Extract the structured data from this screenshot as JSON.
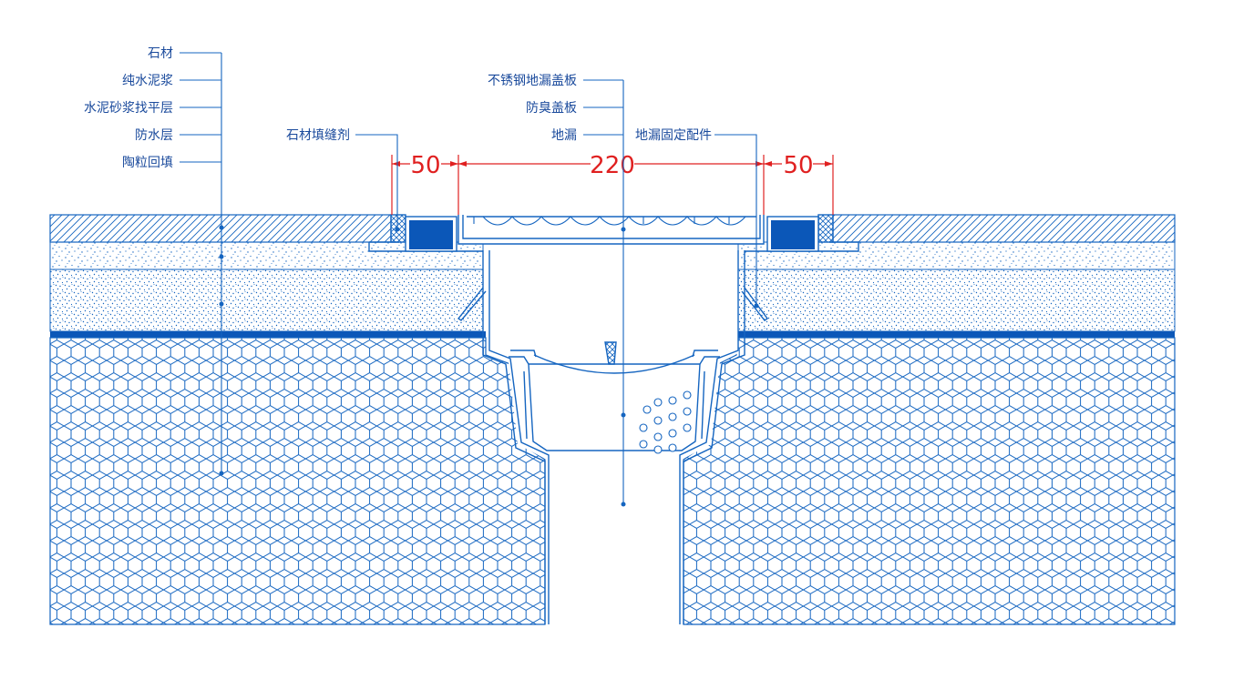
{
  "colors": {
    "line": "#1565c0",
    "label": "#1a4a9c",
    "dimension": "#e02020",
    "fill_dark": "#0b57b8",
    "background": "#ffffff"
  },
  "labels_left": [
    {
      "id": "stone",
      "text": "石材"
    },
    {
      "id": "pure-cement-slurry",
      "text": "纯水泥浆"
    },
    {
      "id": "cement-mortar-leveling",
      "text": "水泥砂浆找平层"
    },
    {
      "id": "waterproof-layer",
      "text": "防水层"
    },
    {
      "id": "ceramsite-backfill",
      "text": "陶粒回填"
    }
  ],
  "labels_center": [
    {
      "id": "stainless-drain-cover",
      "text": "不锈钢地漏盖板"
    },
    {
      "id": "anti-odor-plate",
      "text": "防臭盖板"
    },
    {
      "id": "floor-drain",
      "text": "地漏"
    }
  ],
  "label_joint_filler": "石材填缝剂",
  "label_drain_fixing": "地漏固定配件",
  "dimensions": {
    "left": "50",
    "center": "220",
    "right": "50"
  }
}
